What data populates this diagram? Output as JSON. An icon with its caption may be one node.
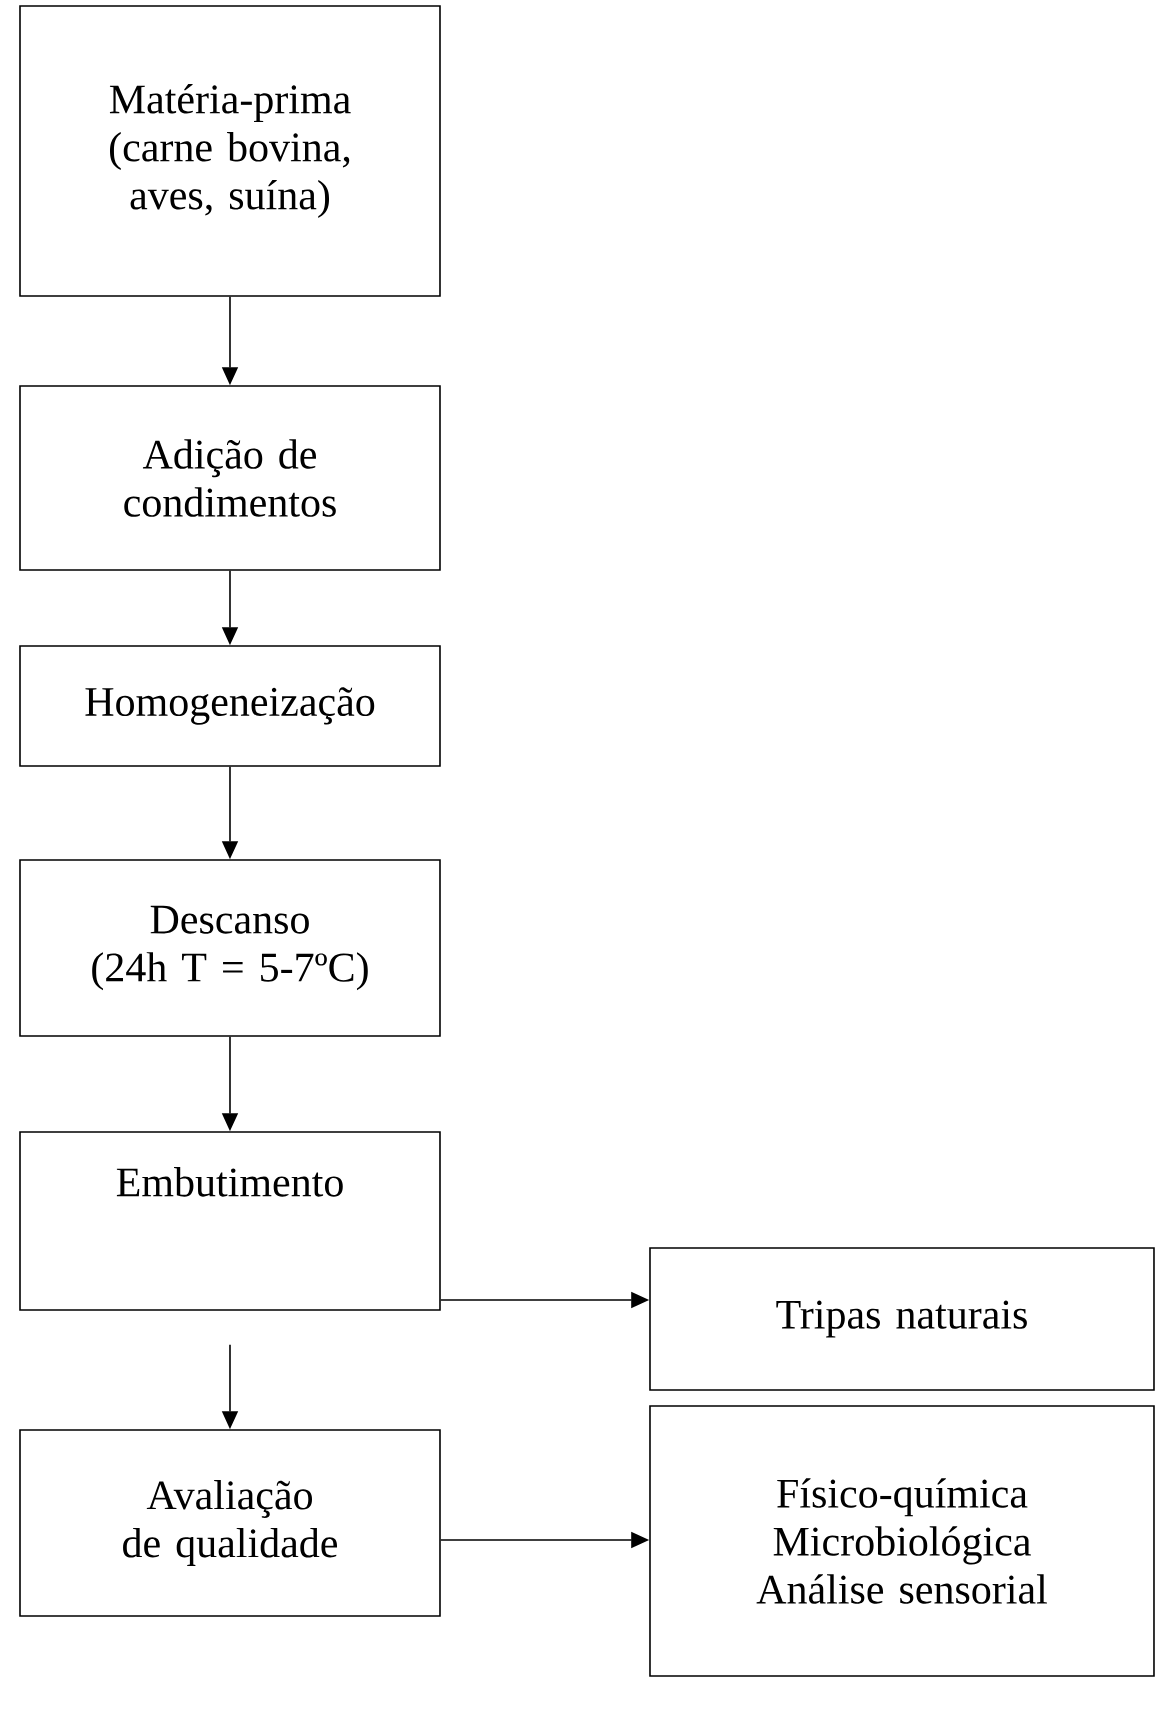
{
  "diagram": {
    "nodes": [
      {
        "text": [
          "Matéria-prima (carne bovina, aves, suína)"
        ]
      },
      {
        "text": [
          "Adição de condimentos"
        ]
      },
      {
        "text": [
          "Homogeneização"
        ]
      },
      {
        "text": [
          "Descanso",
          "(24h T = 5-7ºC)"
        ]
      },
      {
        "text": [
          "Embutimento"
        ]
      },
      {
        "text": [
          "Tripas naturais"
        ]
      },
      {
        "text": [
          "Avaliação de qualidade"
        ]
      },
      {
        "text": [
          "Físico-química",
          "Microbiológica",
          "Análise sensorial"
        ]
      }
    ],
    "edges": [
      {
        "from": 0,
        "to": 1,
        "arrow": "to"
      },
      {
        "from": 1,
        "to": 2,
        "arrow": "to"
      },
      {
        "from": 2,
        "to": 3,
        "arrow": "to"
      },
      {
        "from": 3,
        "to": 4,
        "arrow": "to"
      },
      {
        "from": 4,
        "to": 5,
        "arrow": "to"
      },
      {
        "from": 4,
        "to": 6,
        "arrow": "to"
      },
      {
        "from": 6,
        "to": 7,
        "arrow": "to"
      }
    ]
  }
}
